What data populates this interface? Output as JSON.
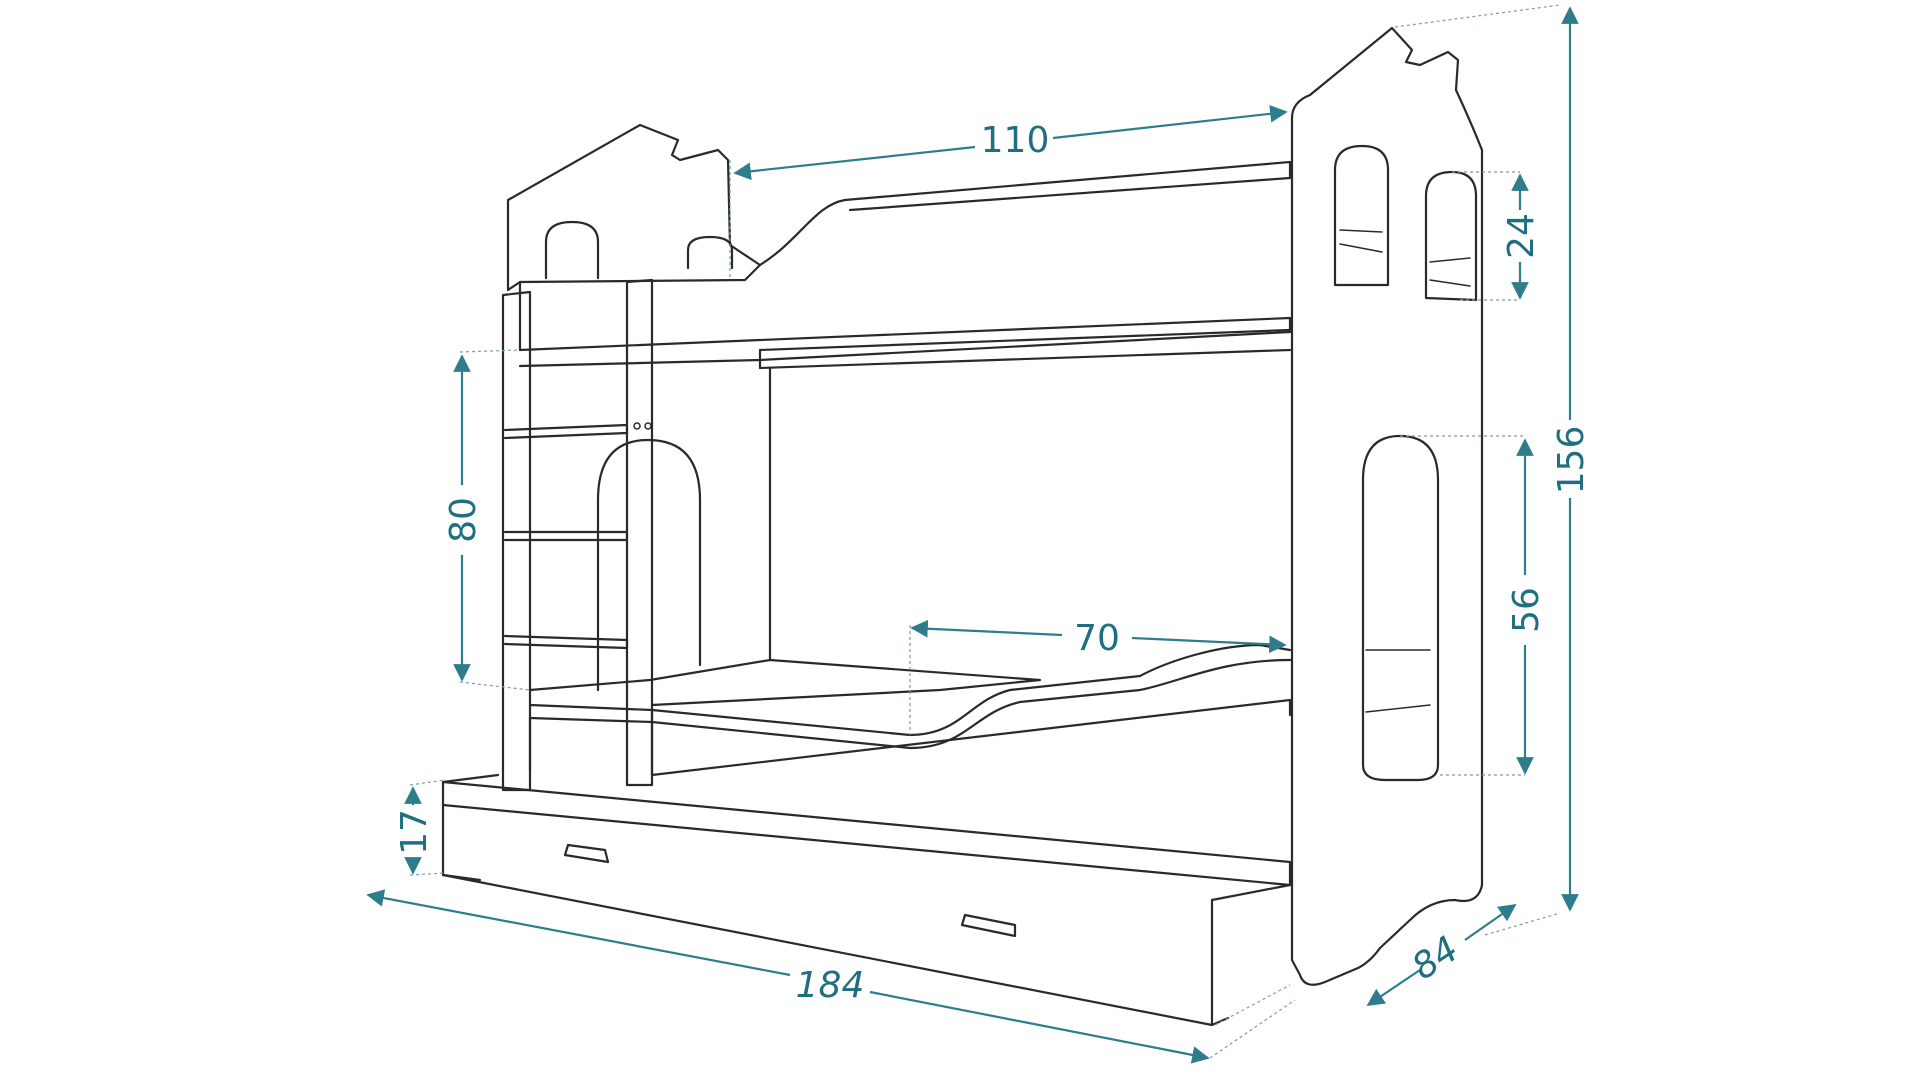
{
  "figure": {
    "subject": "bunk-bed-with-drawer",
    "colors": {
      "outline": "#2a2a2a",
      "dimension": "#2e7d8c",
      "label": "#1f6f80"
    }
  },
  "dimensions": {
    "top_length": "110",
    "total_height": "156",
    "window_height": "24",
    "side_opening_height": "56",
    "ladder_height": "80",
    "lower_opening_width": "70",
    "drawer_height": "17",
    "total_length": "184",
    "depth": "84"
  }
}
